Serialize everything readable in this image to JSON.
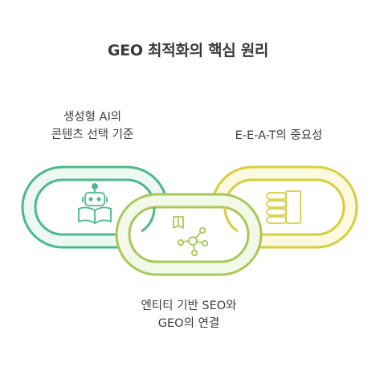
{
  "title": "GEO 최적화의 핵심 원리",
  "nodes": [
    {
      "id": "left",
      "label_lines": [
        "생성형 AI의",
        "콘텐츠 선택 기준"
      ],
      "icon": "robot-book-icon",
      "color": "#4cb88c",
      "fill": "#eef8f2"
    },
    {
      "id": "middle",
      "label_lines": [
        "엔티티 기반 SEO와",
        "GEO의 연결"
      ],
      "icon": "network-book-icon",
      "color": "#a9c75a",
      "fill": "#f4f8e8"
    },
    {
      "id": "right",
      "label_lines": [
        "E-E-A-T의 중요성"
      ],
      "icon": "hand-icon",
      "color": "#d6cf3c",
      "fill": "#fbf9df"
    }
  ],
  "colors": {
    "title": "#3a3a3a",
    "text": "#3d3d3d"
  }
}
